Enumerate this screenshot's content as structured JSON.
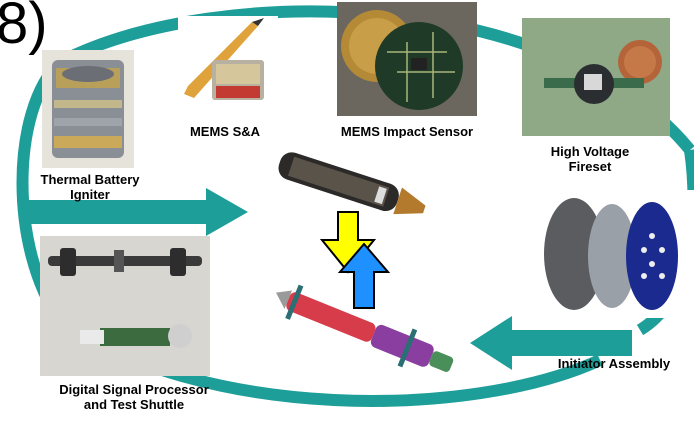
{
  "slide": {
    "title_fragment": "8)",
    "labels": {
      "battery": "Thermal Battery Igniter",
      "battery_line1": "Thermal Battery",
      "battery_line2": "Igniter",
      "sa": "MEMS S&A",
      "impact": "MEMS Impact Sensor",
      "fireset_line1": "High Voltage",
      "fireset_line2": "Fireset",
      "initiator": "Initiator Assembly",
      "dsp_line1": "Digital Signal Processor",
      "dsp_line2": "and Test Shuttle"
    },
    "colors": {
      "loop": "#1e9e99",
      "arrow_yellow": "#ffff00",
      "arrow_blue": "#1e90ff",
      "projectile_red": "#d63c4a",
      "projectile_purple": "#8a3fa0"
    }
  }
}
